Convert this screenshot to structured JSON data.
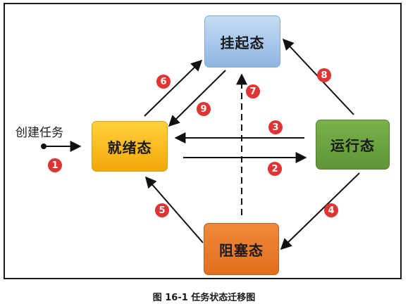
{
  "diagram": {
    "states": {
      "suspended": "挂起态",
      "ready": "就绪态",
      "running": "运行态",
      "blocked": "阻塞态"
    },
    "create_task_label": "创建任务",
    "transitions": [
      "1",
      "2",
      "3",
      "4",
      "5",
      "6",
      "7",
      "8",
      "9"
    ]
  },
  "caption": "图 16-1 任务状态迁移图",
  "colors": {
    "suspended": "#a6c6ea",
    "ready": "#f9bd1c",
    "running": "#6aa540",
    "blocked": "#ea7a27",
    "badge": "#e03434"
  }
}
